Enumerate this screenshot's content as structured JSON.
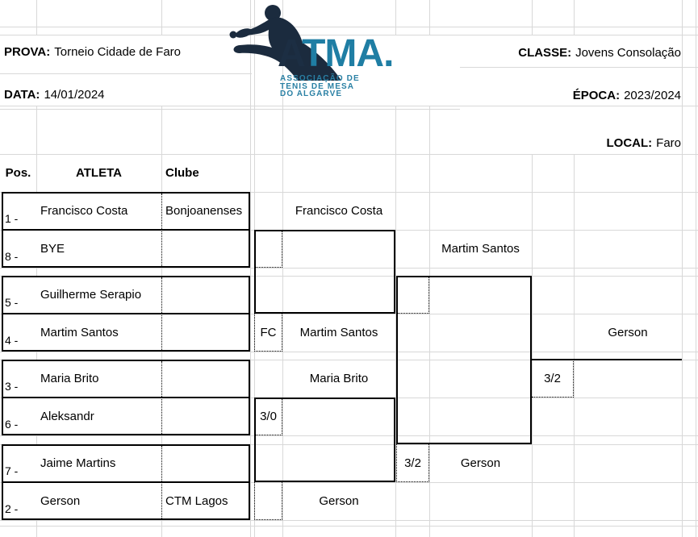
{
  "header": {
    "prova": {
      "label": "PROVA:",
      "value": "Torneio Cidade de Faro"
    },
    "data": {
      "label": "DATA:",
      "value": "14/01/2024"
    },
    "classe": {
      "label": "CLASSE:",
      "value": "Jovens Consolação"
    },
    "epoca": {
      "label": "ÉPOCA:",
      "value": "2023/2024"
    },
    "local": {
      "label": "LOCAL:",
      "value": "Faro"
    }
  },
  "logo": {
    "icon": "table-tennis-player-silhouette",
    "wordmark": {
      "dark": "A",
      "teal": "TMA",
      "dot": "."
    },
    "subtitle": [
      "ASSOCIAÇÃO DE",
      "TENIS DE MESA",
      "DO ALGARVE"
    ]
  },
  "colors": {
    "logo_navy": "#1c2e43",
    "logo_teal": "#1f7ea4",
    "gridline": "#d8d8d8",
    "border": "#000000"
  },
  "bracket": {
    "columns": {
      "pos": "Pos.",
      "atleta": "ATLETA",
      "clube": "Clube"
    },
    "round1": [
      {
        "pos": "1 -",
        "name": "Francisco Costa",
        "club": "Bonjoanenses"
      },
      {
        "pos": "8 -",
        "name": "BYE",
        "club": ""
      },
      {
        "pos": "5 -",
        "name": "Guilherme Serapio",
        "club": ""
      },
      {
        "pos": "4 -",
        "name": "Martim Santos",
        "club": ""
      },
      {
        "pos": "3 -",
        "name": "Maria Brito",
        "club": ""
      },
      {
        "pos": "6 -",
        "name": "Aleksandr",
        "club": ""
      },
      {
        "pos": "7 -",
        "name": "Jaime Martins",
        "club": ""
      },
      {
        "pos": "2 -",
        "name": "Gerson",
        "club": "CTM Lagos"
      }
    ],
    "quarterfinals": [
      {
        "winner": "Francisco Costa",
        "score": ""
      },
      {
        "winner": "Martim Santos",
        "score": "FC"
      },
      {
        "winner": "Maria Brito",
        "score": "3/0"
      },
      {
        "winner": "Gerson",
        "score": ""
      }
    ],
    "semifinals": [
      {
        "winner": "Martim Santos",
        "score": ""
      },
      {
        "winner": "Gerson",
        "score": "3/2"
      }
    ],
    "final": {
      "winner": "Gerson",
      "score": "3/2"
    }
  }
}
